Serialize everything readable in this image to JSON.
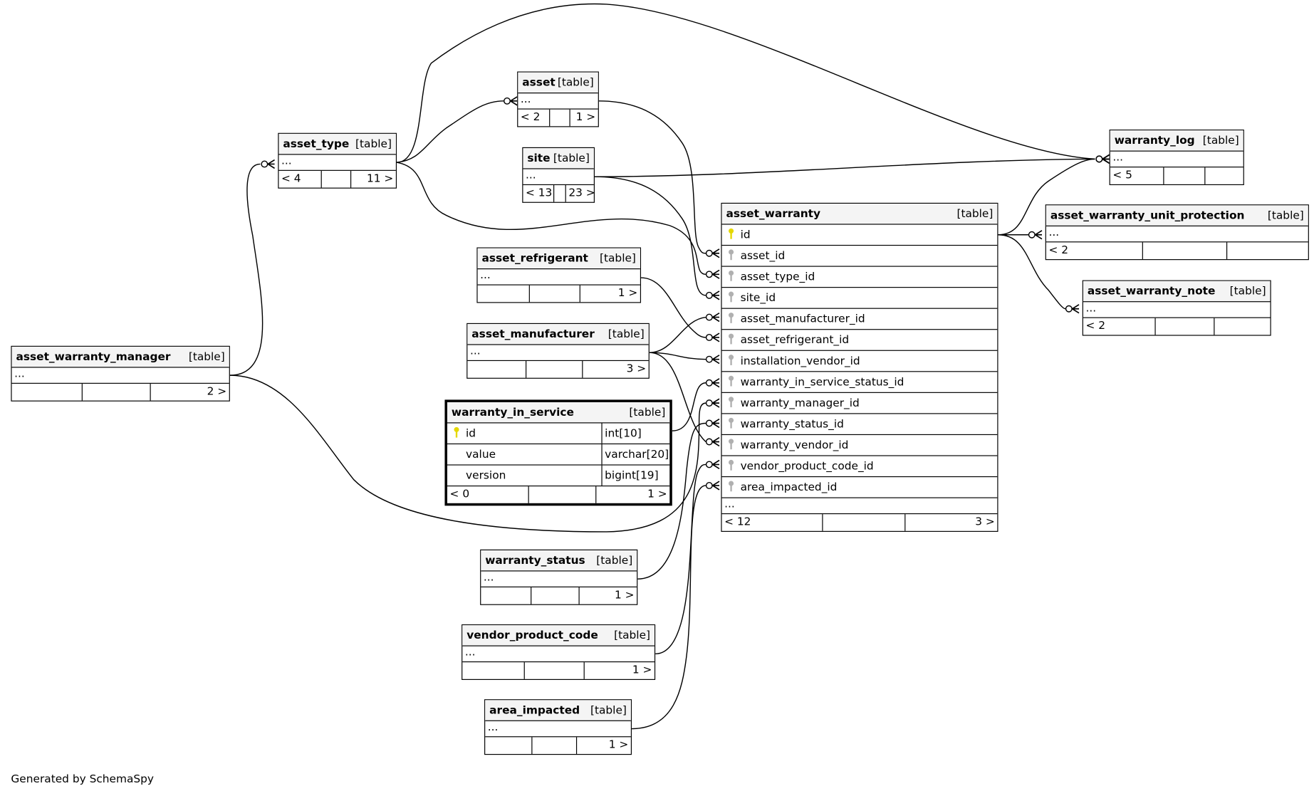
{
  "credit": "Generated by SchemaSpy",
  "colors": {
    "primary_key": "#e5d800",
    "foreign_key": "#b0b0b0",
    "header_bg": "#f4f4f4"
  },
  "tables": [
    {
      "name": "asset_type",
      "label": "[table]",
      "columns": [],
      "more": "...",
      "footer": [
        "< 4",
        "",
        "11 >"
      ]
    },
    {
      "name": "asset",
      "label": "[table]",
      "columns": [],
      "more": "...",
      "footer": [
        "< 2",
        "",
        "1 >"
      ]
    },
    {
      "name": "site",
      "label": "[table]",
      "columns": [],
      "more": "...",
      "footer": [
        "< 13",
        "",
        "23 >"
      ]
    },
    {
      "name": "warranty_log",
      "label": "[table]",
      "columns": [],
      "more": "...",
      "footer": [
        "< 5",
        "",
        ""
      ]
    },
    {
      "name": "asset_warranty",
      "label": "[table]",
      "columns": [
        {
          "name": "id",
          "key": "pk"
        },
        {
          "name": "asset_id",
          "key": "fk"
        },
        {
          "name": "asset_type_id",
          "key": "fk"
        },
        {
          "name": "site_id",
          "key": "fk"
        },
        {
          "name": "asset_manufacturer_id",
          "key": "fk"
        },
        {
          "name": "asset_refrigerant_id",
          "key": "fk"
        },
        {
          "name": "installation_vendor_id",
          "key": "fk"
        },
        {
          "name": "warranty_in_service_status_id",
          "key": "fk"
        },
        {
          "name": "warranty_manager_id",
          "key": "fk"
        },
        {
          "name": "warranty_status_id",
          "key": "fk"
        },
        {
          "name": "warranty_vendor_id",
          "key": "fk"
        },
        {
          "name": "vendor_product_code_id",
          "key": "fk"
        },
        {
          "name": "area_impacted_id",
          "key": "fk"
        }
      ],
      "more": "...",
      "footer": [
        "< 12",
        "",
        "3 >"
      ]
    },
    {
      "name": "asset_warranty_unit_protection",
      "label": "[table]",
      "columns": [],
      "more": "...",
      "footer": [
        "< 2",
        "",
        ""
      ]
    },
    {
      "name": "asset_warranty_note",
      "label": "[table]",
      "columns": [],
      "more": "...",
      "footer": [
        "< 2",
        "",
        ""
      ]
    },
    {
      "name": "asset_refrigerant",
      "label": "[table]",
      "columns": [],
      "more": "...",
      "footer": [
        "",
        "",
        "1 >"
      ]
    },
    {
      "name": "asset_manufacturer",
      "label": "[table]",
      "columns": [],
      "more": "...",
      "footer": [
        "",
        "",
        "3 >"
      ]
    },
    {
      "name": "warranty_in_service",
      "label": "[table]",
      "focus": true,
      "columns": [
        {
          "name": "id",
          "key": "pk",
          "type": "int[10]"
        },
        {
          "name": "value",
          "key": "",
          "type": "varchar[20]"
        },
        {
          "name": "version",
          "key": "",
          "type": "bigint[19]"
        }
      ],
      "footer": [
        "< 0",
        "",
        "1 >"
      ]
    },
    {
      "name": "asset_warranty_manager",
      "label": "[table]",
      "columns": [],
      "more": "...",
      "footer": [
        "",
        "",
        "2 >"
      ]
    },
    {
      "name": "warranty_status",
      "label": "[table]",
      "columns": [],
      "more": "...",
      "footer": [
        "",
        "",
        "1 >"
      ]
    },
    {
      "name": "vendor_product_code",
      "label": "[table]",
      "columns": [],
      "more": "...",
      "footer": [
        "",
        "",
        "1 >"
      ]
    },
    {
      "name": "area_impacted",
      "label": "[table]",
      "columns": [],
      "more": "...",
      "footer": [
        "",
        "",
        "1 >"
      ]
    }
  ],
  "relationships": [
    {
      "from": "asset_type",
      "to": "asset"
    },
    {
      "from": "asset_type",
      "to": "warranty_log"
    },
    {
      "from": "asset_type",
      "to": "asset_warranty.asset_type_id"
    },
    {
      "from": "asset_warranty_manager",
      "to": "asset_type"
    },
    {
      "from": "asset_warranty_manager",
      "to": "asset_warranty.warranty_manager_id"
    },
    {
      "from": "asset",
      "to": "asset_warranty.asset_id"
    },
    {
      "from": "site",
      "to": "warranty_log"
    },
    {
      "from": "site",
      "to": "asset_warranty.site_id"
    },
    {
      "from": "asset_refrigerant",
      "to": "asset_warranty.asset_refrigerant_id"
    },
    {
      "from": "asset_manufacturer",
      "to": "asset_warranty.asset_manufacturer_id"
    },
    {
      "from": "asset_manufacturer",
      "to": "asset_warranty.installation_vendor_id"
    },
    {
      "from": "asset_manufacturer",
      "to": "asset_warranty.warranty_vendor_id"
    },
    {
      "from": "warranty_in_service.id",
      "to": "asset_warranty.warranty_in_service_status_id"
    },
    {
      "from": "warranty_status",
      "to": "asset_warranty.warranty_status_id"
    },
    {
      "from": "vendor_product_code",
      "to": "asset_warranty.vendor_product_code_id"
    },
    {
      "from": "area_impacted",
      "to": "asset_warranty.area_impacted_id"
    },
    {
      "from": "asset_warranty.id",
      "to": "warranty_log"
    },
    {
      "from": "asset_warranty.id",
      "to": "asset_warranty_unit_protection"
    },
    {
      "from": "asset_warranty.id",
      "to": "asset_warranty_note"
    }
  ]
}
